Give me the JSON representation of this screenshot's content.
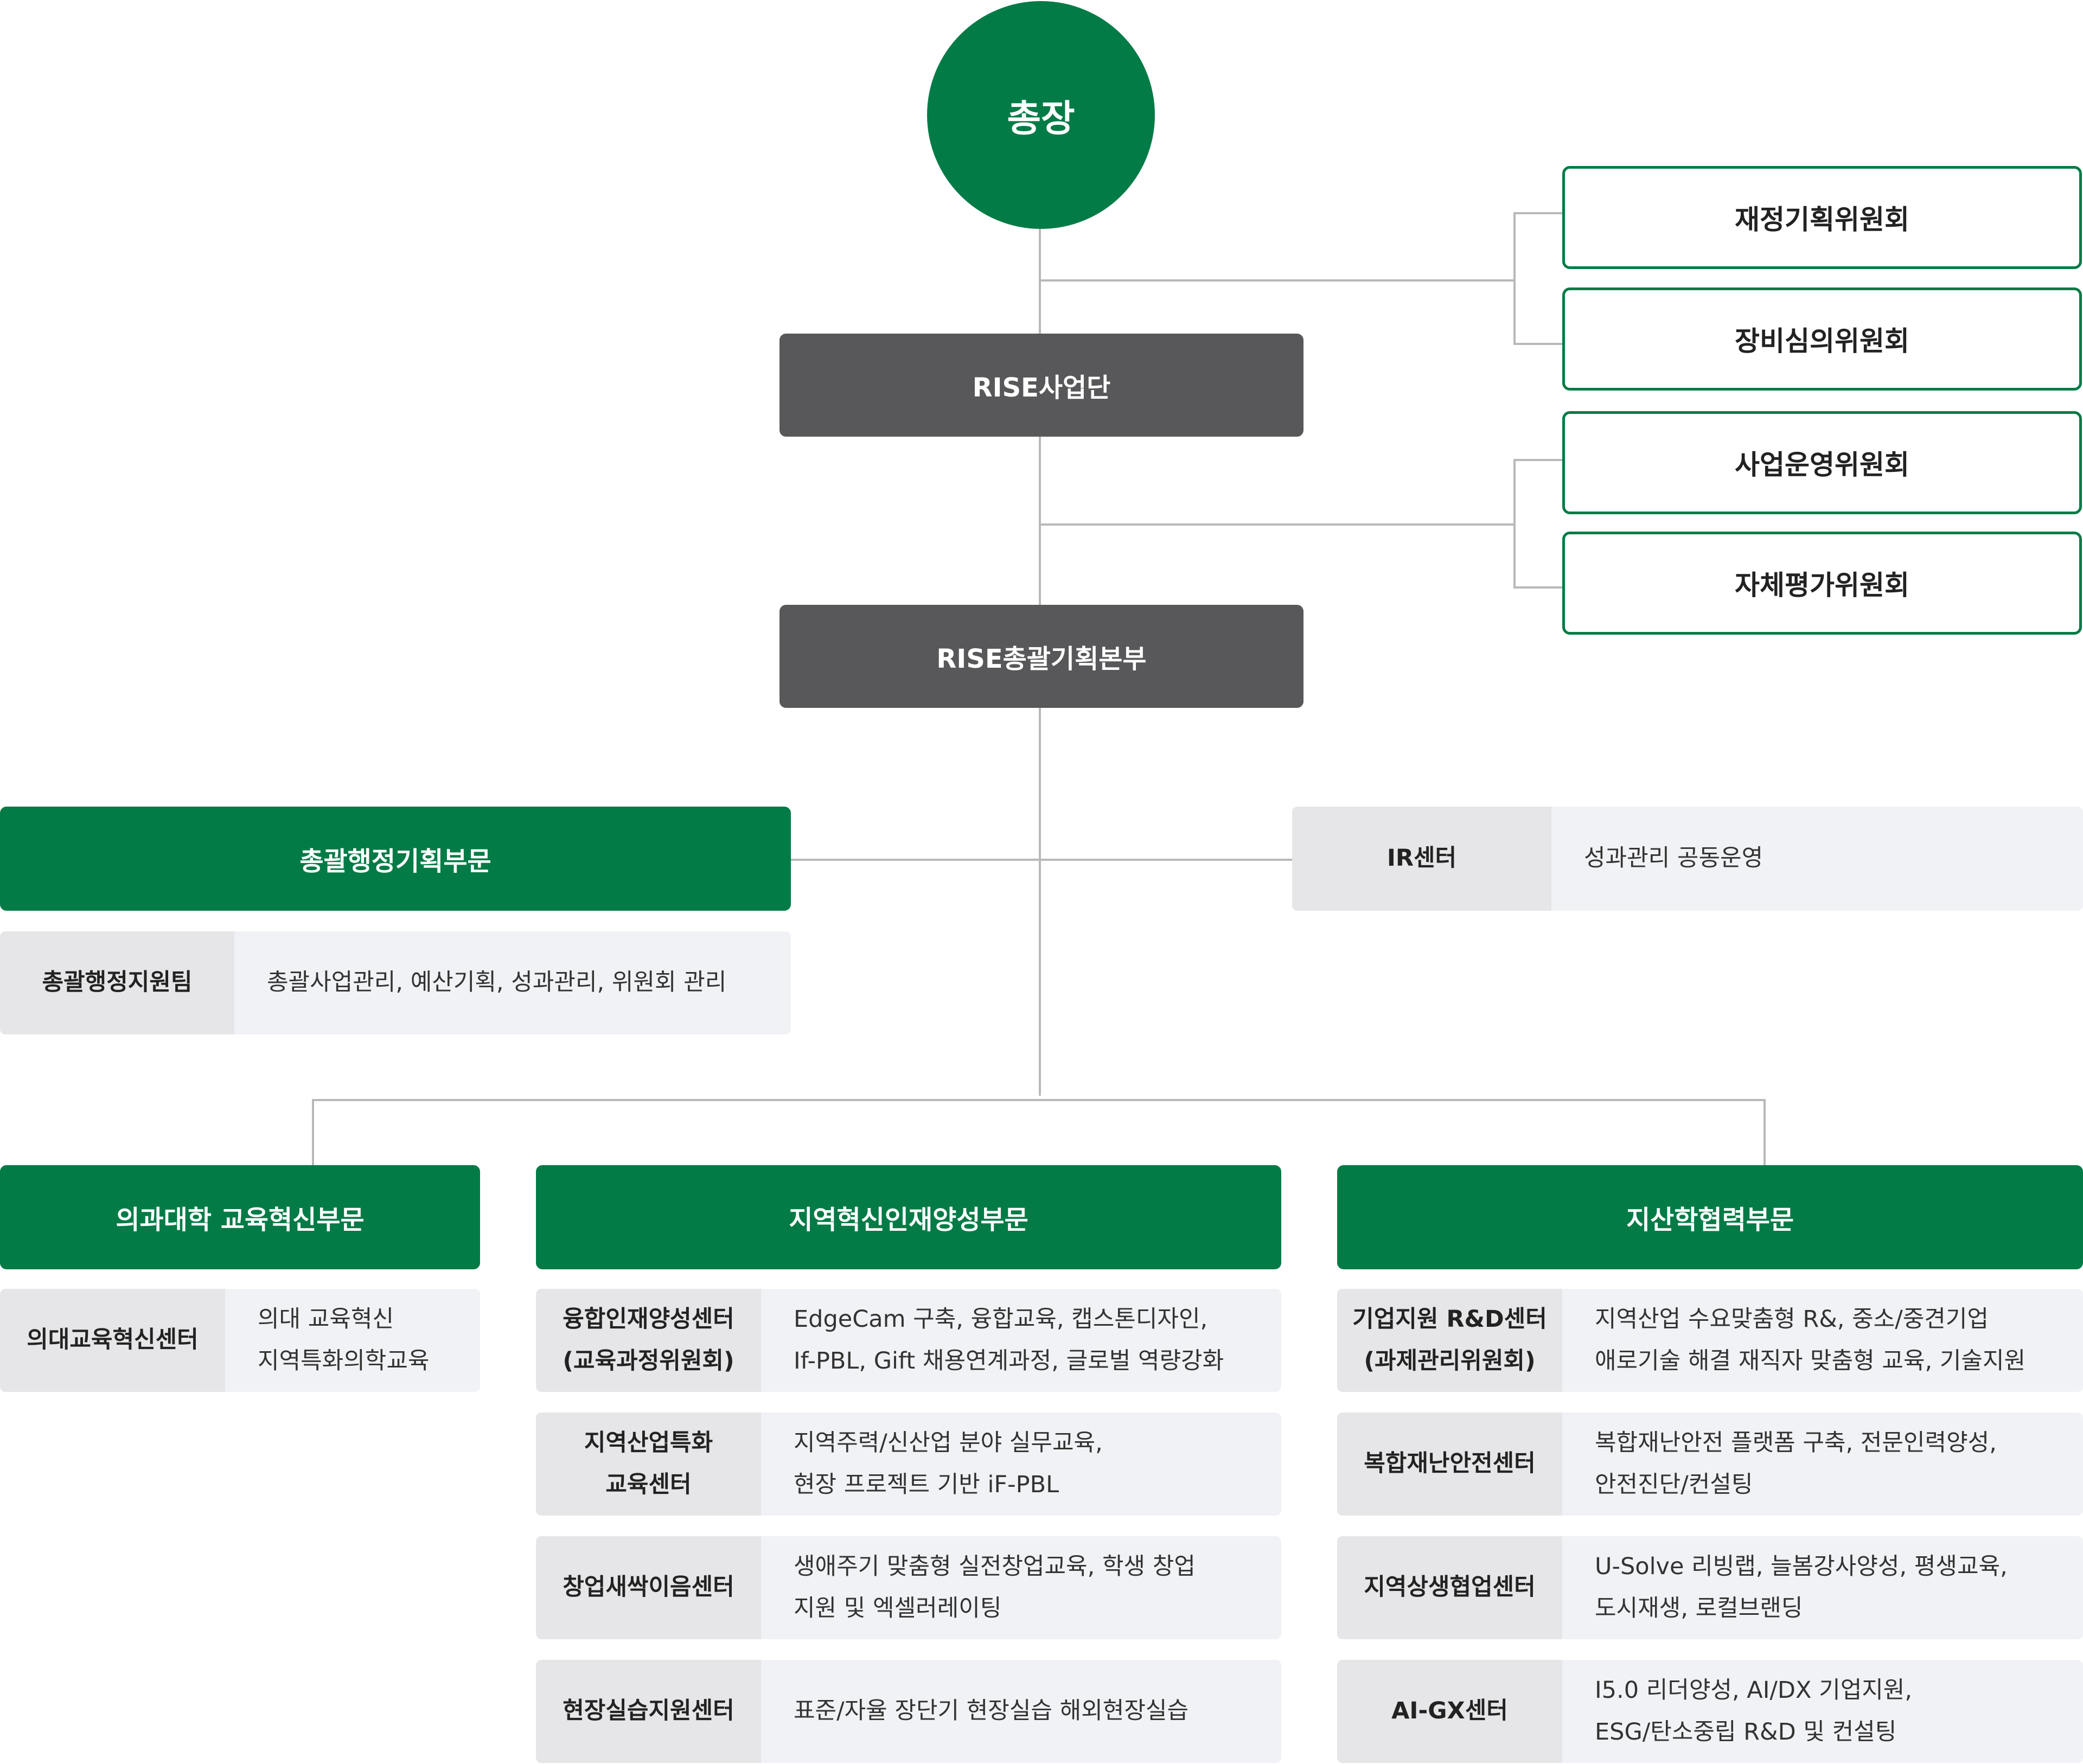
{
  "president": "총장",
  "rise_group": "RISE사업단",
  "rise_hq": "RISE총괄기획본부",
  "committees": [
    "재정기획위원회",
    "장비심의위원회",
    "사업운영위원회",
    "자체평가위원회"
  ],
  "admin": {
    "division": "총괄행정기획부문",
    "team": {
      "label": "총괄행정지원팀",
      "desc": "총괄사업관리, 예산기획, 성과관리, 위원회 관리"
    }
  },
  "ir": {
    "label": "IR센터",
    "desc": "성과관리 공동운영"
  },
  "medical": {
    "division": "의과대학 교육혁신부문",
    "centers": [
      {
        "label": [
          "의대교육혁신센터"
        ],
        "desc": [
          "의대 교육혁신",
          "지역특화의학교육"
        ]
      }
    ]
  },
  "regional": {
    "division": "지역혁신인재양성부문",
    "centers": [
      {
        "label": [
          "융합인재양성센터",
          "(교육과정위원회)"
        ],
        "desc": [
          "EdgeCam 구축, 융합교육, 캡스톤디자인,",
          "If-PBL, Gift 채용연계과정, 글로벌 역량강화"
        ]
      },
      {
        "label": [
          "지역산업특화",
          "교육센터"
        ],
        "desc": [
          "지역주력/신산업 분야 실무교육,",
          "현장 프로젝트 기반 iF-PBL"
        ]
      },
      {
        "label": [
          "창업새싹이음센터"
        ],
        "desc": [
          "생애주기 맞춤형 실전창업교육, 학생 창업",
          "지원 및 엑셀러레이팅"
        ]
      },
      {
        "label": [
          "현장실습지원센터"
        ],
        "desc": [
          "표준/자율 장단기 현장실습 해외현장실습"
        ]
      }
    ]
  },
  "industry": {
    "division": "지산학협력부문",
    "centers": [
      {
        "label": [
          "기업지원 R&D센터",
          "(과제관리위원회)"
        ],
        "desc": [
          "지역산업 수요맞춤형 R&, 중소/중견기업",
          "애로기술 해결 재직자 맞춤형 교육, 기술지원"
        ]
      },
      {
        "label": [
          "복합재난안전센터"
        ],
        "desc": [
          "복합재난안전 플랫폼 구축, 전문인력양성,",
          "안전진단/컨설팅"
        ]
      },
      {
        "label": [
          "지역상생협업센터"
        ],
        "desc": [
          "U-Solve 리빙랩, 늘봄강사양성, 평생교육,",
          "도시재생, 로컬브랜딩"
        ]
      },
      {
        "label": [
          "AI-GX센터"
        ],
        "desc": [
          "I5.0 리더양성, AI/DX 기업지원,",
          "ESG/탄소중립 R&D 및 컨설팅"
        ]
      }
    ]
  }
}
